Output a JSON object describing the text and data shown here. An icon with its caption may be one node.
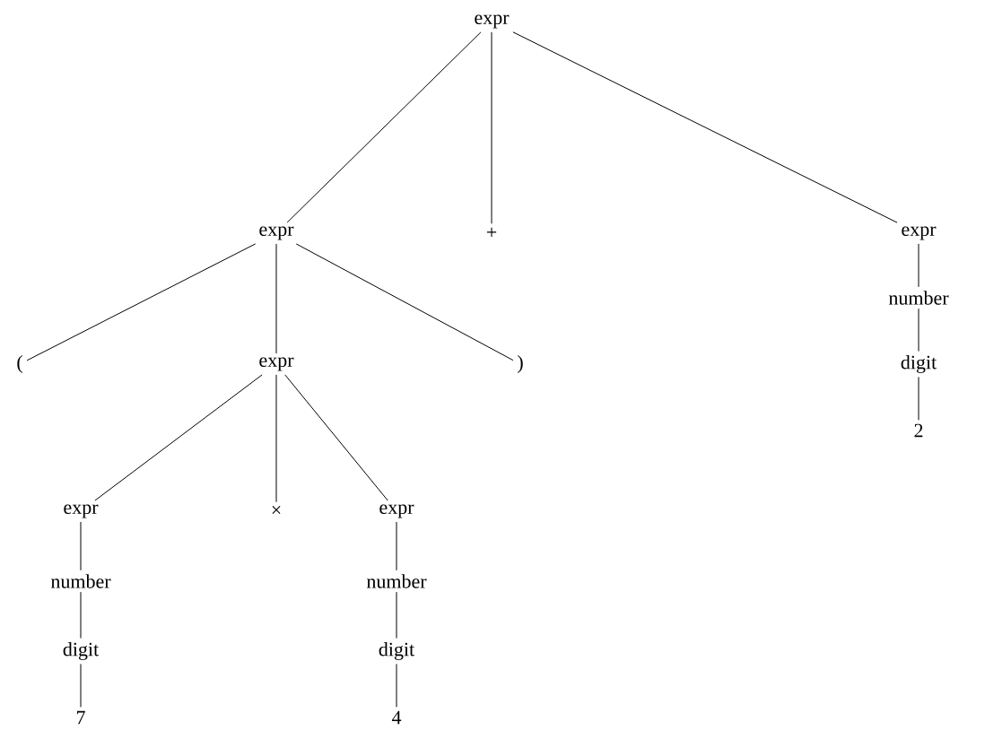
{
  "diagram": {
    "nodes": [
      {
        "text": [
          "expr"
        ]
      },
      {
        "text": [
          "expr"
        ]
      },
      {
        "text": [
          "+"
        ]
      },
      {
        "text": [
          "expr"
        ]
      },
      {
        "text": [
          "("
        ]
      },
      {
        "text": [
          "expr"
        ]
      },
      {
        "text": [
          ")"
        ]
      },
      {
        "text": [
          "number"
        ]
      },
      {
        "text": [
          "digit"
        ]
      },
      {
        "text": [
          "expr"
        ]
      },
      {
        "text": [
          "×"
        ]
      },
      {
        "text": [
          "expr"
        ]
      },
      {
        "text": [
          "number"
        ]
      },
      {
        "text": [
          "number"
        ]
      },
      {
        "text": [
          "digit"
        ]
      },
      {
        "text": [
          "digit"
        ]
      },
      {
        "text": [
          "2"
        ]
      },
      {
        "text": [
          "7"
        ]
      },
      {
        "text": [
          "4"
        ]
      }
    ],
    "edges": [
      {
        "from": 0,
        "to": 1,
        "arrow": "none"
      },
      {
        "from": 0,
        "to": 2,
        "arrow": "none"
      },
      {
        "from": 0,
        "to": 3,
        "arrow": "none"
      },
      {
        "from": 1,
        "to": 4,
        "arrow": "none"
      },
      {
        "from": 1,
        "to": 5,
        "arrow": "none"
      },
      {
        "from": 1,
        "to": 6,
        "arrow": "none"
      },
      {
        "from": 3,
        "to": 7,
        "arrow": "none"
      },
      {
        "from": 7,
        "to": 8,
        "arrow": "none"
      },
      {
        "from": 8,
        "to": 16,
        "arrow": "none"
      },
      {
        "from": 5,
        "to": 9,
        "arrow": "none"
      },
      {
        "from": 5,
        "to": 10,
        "arrow": "none"
      },
      {
        "from": 5,
        "to": 11,
        "arrow": "none"
      },
      {
        "from": 9,
        "to": 12,
        "arrow": "none"
      },
      {
        "from": 12,
        "to": 14,
        "arrow": "none"
      },
      {
        "from": 14,
        "to": 17,
        "arrow": "none"
      },
      {
        "from": 11,
        "to": 13,
        "arrow": "none"
      },
      {
        "from": 13,
        "to": 15,
        "arrow": "none"
      },
      {
        "from": 15,
        "to": 18,
        "arrow": "none"
      }
    ]
  }
}
